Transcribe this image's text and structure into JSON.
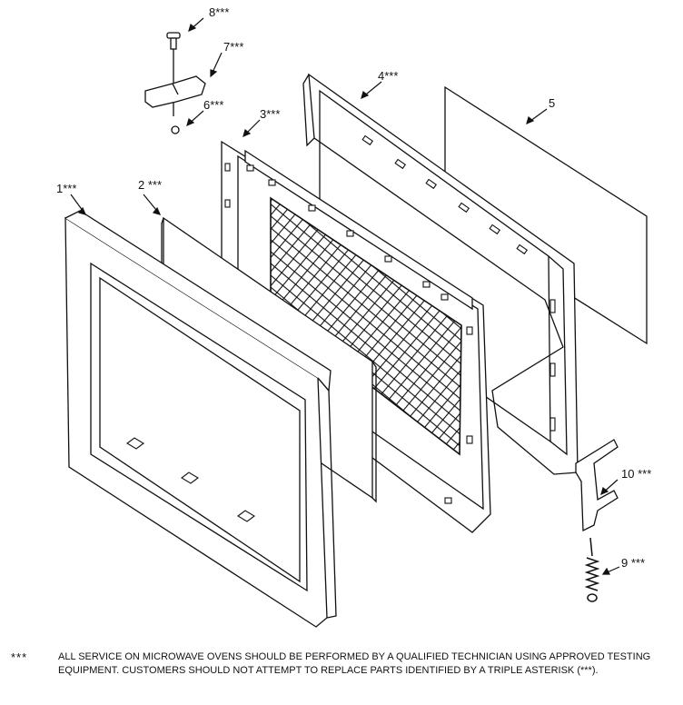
{
  "diagram": {
    "labels": {
      "p1": "1***",
      "p2": "2 ***",
      "p3": "3***",
      "p4": "4***",
      "p5": "5",
      "p6": "6***",
      "p7": "7***",
      "p8": "8***",
      "p9": "9 ***",
      "p10": "10 ***"
    }
  },
  "footnote": {
    "mark": "***",
    "text": "ALL SERVICE ON MICROWAVE OVENS SHOULD BE PERFORMED BY A  QUALIFIED TECHNICIAN USING APPROVED TESTING EQUIPMENT.  CUSTOMERS SHOULD NOT ATTEMPT TO REPLACE PARTS IDENTIFIED BY A TRIPLE ASTERISK (***)."
  },
  "colors": {
    "line": "#111111",
    "background": "#ffffff"
  }
}
